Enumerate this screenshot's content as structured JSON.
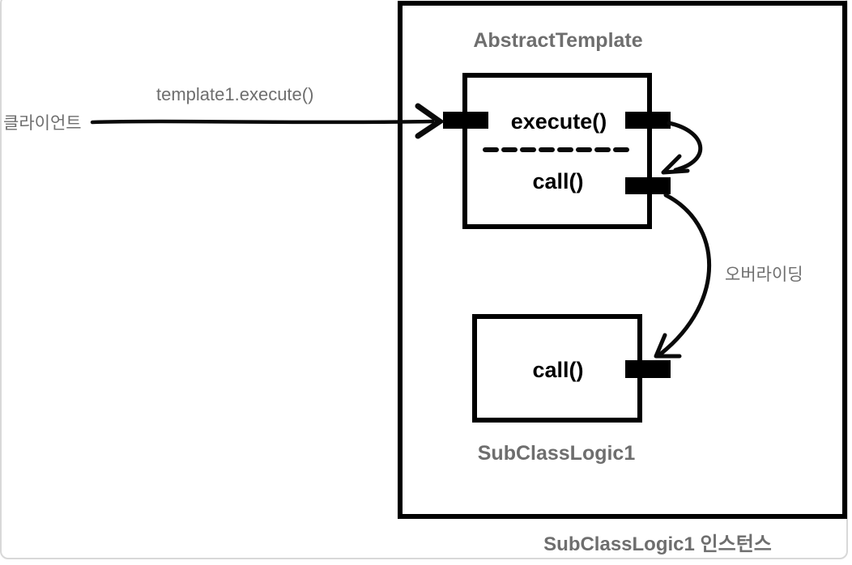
{
  "client": {
    "label": "클라이언트"
  },
  "invocation": {
    "label": "template1.execute()"
  },
  "abstract_template": {
    "title": "AbstractTemplate",
    "methods": [
      "execute()",
      "call()"
    ]
  },
  "subclass": {
    "title": "SubClassLogic1",
    "methods": [
      "call()"
    ]
  },
  "override": {
    "label": "오버라이딩"
  },
  "instance": {
    "label": "SubClassLogic1 인스턴스"
  },
  "colors": {
    "ink": "#000000",
    "label_gray": "#6e6e6e",
    "frame_gray": "#d8d8d8",
    "background": "#ffffff"
  }
}
